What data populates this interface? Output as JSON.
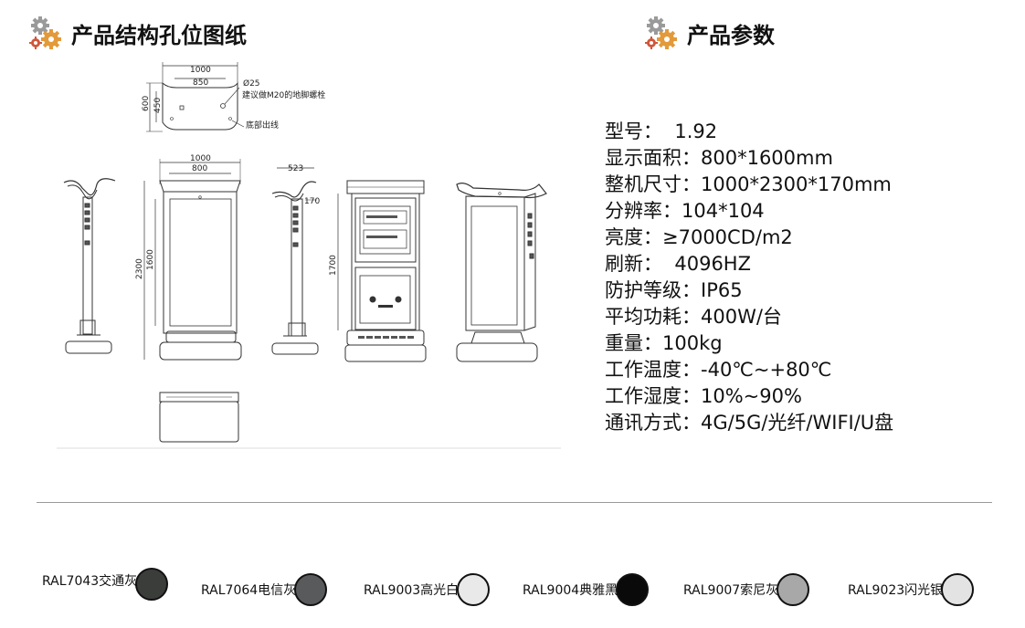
{
  "left_title": "产品结构孔位图纸",
  "right_title": "产品参数",
  "drawing": {
    "top_dims": {
      "width": "1000",
      "holes": "850",
      "depth": "600",
      "hole_depth": "450",
      "hole_dia": "Ø25"
    },
    "top_notes": {
      "bolt": "建议做M20的地脚螺栓",
      "cable": "底部出线"
    },
    "front_dims": {
      "width": "1000",
      "screen_width": "800",
      "height": "2300",
      "screen_height": "1600"
    },
    "side_dims": {
      "depth": "523",
      "top": "170"
    },
    "back_dims": {
      "height": "1700"
    }
  },
  "specs": [
    {
      "label": "型号",
      "value": "1.92"
    },
    {
      "label": "显示面积",
      "value": "800*1600mm"
    },
    {
      "label": "整机尺寸",
      "value": "1000*2300*170mm"
    },
    {
      "label": "分辨率",
      "value": "104*104"
    },
    {
      "label": "亮度",
      "value": "≥7000CD/m2"
    },
    {
      "label": "刷新",
      "value": "4096HZ"
    },
    {
      "label": "防护等级",
      "value": "IP65"
    },
    {
      "label": "平均功耗",
      "value": "400W/台"
    },
    {
      "label": "重量",
      "value": "100kg"
    },
    {
      "label": "工作温度",
      "value": "-40℃~+80℃"
    },
    {
      "label": "工作湿度",
      "value": "10%~90%"
    },
    {
      "label": "通讯方式",
      "value": "4G/5G/光纤/WIFI/U盘"
    }
  ],
  "colors": [
    {
      "label": "RAL7043交通灰",
      "color": "#3b3d3b"
    },
    {
      "label": "RAL7064电信灰",
      "color": "#595a5c"
    },
    {
      "label": "RAL9003高光白",
      "color": "#e9e9e9"
    },
    {
      "label": "RAL9004典雅黑",
      "color": "#0a0a0a"
    },
    {
      "label": "RAL9007索尼灰",
      "color": "#a8a8a8"
    },
    {
      "label": "RAL9023闪光银",
      "color": "#e3e3e3"
    }
  ]
}
